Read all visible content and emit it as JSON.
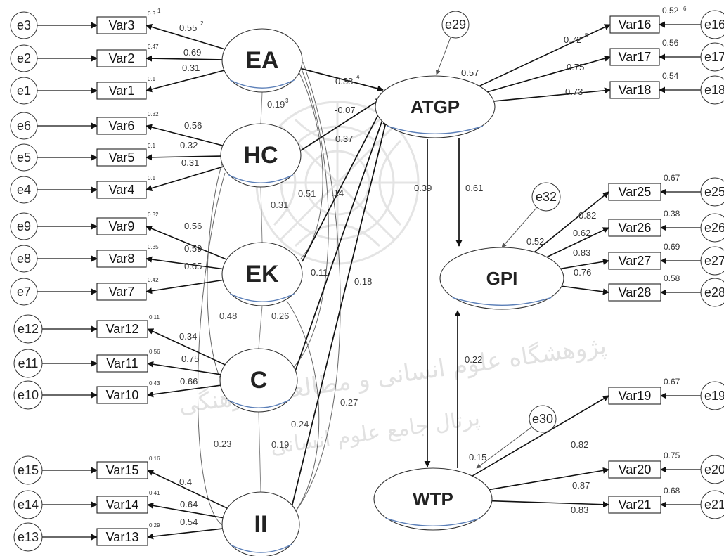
{
  "diagram": {
    "latent_nodes": [
      {
        "id": "EA",
        "label": "EA"
      },
      {
        "id": "HC",
        "label": "HC"
      },
      {
        "id": "EK",
        "label": "EK"
      },
      {
        "id": "C",
        "label": "C"
      },
      {
        "id": "II",
        "label": "II"
      },
      {
        "id": "ATGP",
        "label": "ATGP"
      },
      {
        "id": "GPI",
        "label": "GPI"
      },
      {
        "id": "WTP",
        "label": "WTP"
      }
    ],
    "observed_nodes": [
      {
        "id": "Var3",
        "label": "Var3",
        "r2": "0.3",
        "r2_sup": "1"
      },
      {
        "id": "Var2",
        "label": "Var2",
        "r2": "0.47"
      },
      {
        "id": "Var1",
        "label": "Var1",
        "r2": "0.1"
      },
      {
        "id": "Var6",
        "label": "Var6",
        "r2": "0.32"
      },
      {
        "id": "Var5",
        "label": "Var5",
        "r2": "0.1"
      },
      {
        "id": "Var4",
        "label": "Var4",
        "r2": "0.1"
      },
      {
        "id": "Var9",
        "label": "Var9",
        "r2": "0.32"
      },
      {
        "id": "Var8",
        "label": "Var8",
        "r2": "0.35"
      },
      {
        "id": "Var7",
        "label": "Var7",
        "r2": "0.42"
      },
      {
        "id": "Var12",
        "label": "Var12",
        "r2": "0.11"
      },
      {
        "id": "Var11",
        "label": "Var11",
        "r2": "0.56"
      },
      {
        "id": "Var10",
        "label": "Var10",
        "r2": "0.43"
      },
      {
        "id": "Var15",
        "label": "Var15",
        "r2": "0.16"
      },
      {
        "id": "Var14",
        "label": "Var14",
        "r2": "0.41"
      },
      {
        "id": "Var13",
        "label": "Var13",
        "r2": "0.29"
      },
      {
        "id": "Var16",
        "label": "Var16",
        "r2": "0.52",
        "r2_sup": "6"
      },
      {
        "id": "Var17",
        "label": "Var17",
        "r2": "0.56"
      },
      {
        "id": "Var18",
        "label": "Var18",
        "r2": "0.54"
      },
      {
        "id": "Var25",
        "label": "Var25",
        "r2": "0.67"
      },
      {
        "id": "Var26",
        "label": "Var26",
        "r2": "0.38"
      },
      {
        "id": "Var27",
        "label": "Var27",
        "r2": "0.69"
      },
      {
        "id": "Var28",
        "label": "Var28",
        "r2": "0.58"
      },
      {
        "id": "Var19",
        "label": "Var19",
        "r2": "0.67"
      },
      {
        "id": "Var20",
        "label": "Var20",
        "r2": "0.75"
      },
      {
        "id": "Var21",
        "label": "Var21",
        "r2": "0.68"
      }
    ],
    "error_nodes": [
      {
        "id": "e3",
        "label": "e3"
      },
      {
        "id": "e2",
        "label": "e2"
      },
      {
        "id": "e1",
        "label": "e1"
      },
      {
        "id": "e6",
        "label": "e6"
      },
      {
        "id": "e5",
        "label": "e5"
      },
      {
        "id": "e4",
        "label": "e4"
      },
      {
        "id": "e9",
        "label": "e9"
      },
      {
        "id": "e8",
        "label": "e8"
      },
      {
        "id": "e7",
        "label": "e7"
      },
      {
        "id": "e12",
        "label": "e12"
      },
      {
        "id": "e11",
        "label": "e11"
      },
      {
        "id": "e10",
        "label": "e10"
      },
      {
        "id": "e15",
        "label": "e15"
      },
      {
        "id": "e14",
        "label": "e14"
      },
      {
        "id": "e13",
        "label": "e13"
      },
      {
        "id": "e16",
        "label": "e16"
      },
      {
        "id": "e17",
        "label": "e17"
      },
      {
        "id": "e18",
        "label": "e18"
      },
      {
        "id": "e25",
        "label": "e25"
      },
      {
        "id": "e26",
        "label": "e26"
      },
      {
        "id": "e27",
        "label": "e27"
      },
      {
        "id": "e28",
        "label": "e28"
      },
      {
        "id": "e19",
        "label": "e19"
      },
      {
        "id": "e20",
        "label": "e20"
      },
      {
        "id": "e21",
        "label": "e21"
      },
      {
        "id": "e29",
        "label": "e29"
      },
      {
        "id": "e30",
        "label": "e30"
      },
      {
        "id": "e32",
        "label": "e32"
      }
    ],
    "loadings": [
      {
        "from": "EA",
        "to": "Var3",
        "value": "0.55",
        "sup": "2"
      },
      {
        "from": "EA",
        "to": "Var2",
        "value": "0.69"
      },
      {
        "from": "EA",
        "to": "Var1",
        "value": "0.31"
      },
      {
        "from": "HC",
        "to": "Var6",
        "value": "0.56"
      },
      {
        "from": "HC",
        "to": "Var5",
        "value": "0.32"
      },
      {
        "from": "HC",
        "to": "Var4",
        "value": "0.31"
      },
      {
        "from": "EK",
        "to": "Var9",
        "value": "0.56"
      },
      {
        "from": "EK",
        "to": "Var8",
        "value": "0.59"
      },
      {
        "from": "EK",
        "to": "Var7",
        "value": "0.65"
      },
      {
        "from": "C",
        "to": "Var12",
        "value": "0.34"
      },
      {
        "from": "C",
        "to": "Var11",
        "value": "0.75"
      },
      {
        "from": "C",
        "to": "Var10",
        "value": "0.66"
      },
      {
        "from": "II",
        "to": "Var15",
        "value": "0.4"
      },
      {
        "from": "II",
        "to": "Var14",
        "value": "0.64"
      },
      {
        "from": "II",
        "to": "Var13",
        "value": "0.54"
      },
      {
        "from": "ATGP",
        "to": "Var16",
        "value": "0.72",
        "sup": "5"
      },
      {
        "from": "ATGP",
        "to": "Var17",
        "value": "0.75"
      },
      {
        "from": "ATGP",
        "to": "Var18",
        "value": "0.73"
      },
      {
        "from": "GPI",
        "to": "Var25",
        "value": "0.82"
      },
      {
        "from": "GPI",
        "to": "Var26",
        "value": "0.62"
      },
      {
        "from": "GPI",
        "to": "Var27",
        "value": "0.83"
      },
      {
        "from": "GPI",
        "to": "Var28",
        "value": "0.76"
      },
      {
        "from": "WTP",
        "to": "Var19",
        "value": "0.82"
      },
      {
        "from": "WTP",
        "to": "Var20",
        "value": "0.87"
      },
      {
        "from": "WTP",
        "to": "Var21",
        "value": "0.83"
      }
    ],
    "structural_paths": [
      {
        "from": "EA",
        "to": "ATGP",
        "value": "0.38",
        "sup": "4"
      },
      {
        "from": "HC",
        "to": "ATGP",
        "value": "-0.07"
      },
      {
        "from": "EK",
        "to": "ATGP",
        "value": "0.37"
      },
      {
        "from": "C",
        "to": "ATGP",
        "value": "0.11"
      },
      {
        "from": "II",
        "to": "ATGP",
        "value": "0.18"
      },
      {
        "from": "ATGP",
        "to": "WTP",
        "value": "0.39"
      },
      {
        "from": "ATGP",
        "to": "GPI",
        "value": "0.61"
      },
      {
        "from": "WTP",
        "to": "GPI",
        "value": "0.22"
      }
    ],
    "correlations": [
      {
        "between": "EA-HC",
        "value": "0.19",
        "sup": "3"
      },
      {
        "between": "HC-EK",
        "value": "0.31"
      },
      {
        "between": "EK-C",
        "value": "0.26"
      },
      {
        "between": "C-II",
        "value": "0.19"
      },
      {
        "between": "EA-EK",
        "value": "0.51"
      },
      {
        "between": "EA-C",
        "value": ".14"
      },
      {
        "between": "HC-C",
        "value": "0.48"
      },
      {
        "between": "EK-II",
        "value": "0.24"
      },
      {
        "between": "EA-II",
        "value": "0.27"
      },
      {
        "between": "HC-II",
        "value": "0.23"
      }
    ],
    "r_squared": [
      {
        "node": "ATGP",
        "value": "0.57"
      },
      {
        "node": "GPI",
        "value": "0.52"
      },
      {
        "node": "WTP",
        "value": "0.15"
      }
    ],
    "watermark": {
      "line1": "پژوهشگاه علوم انسانی و مطالعات فرهنگی",
      "line2": "پرتال جامع علوم انسانی"
    }
  }
}
